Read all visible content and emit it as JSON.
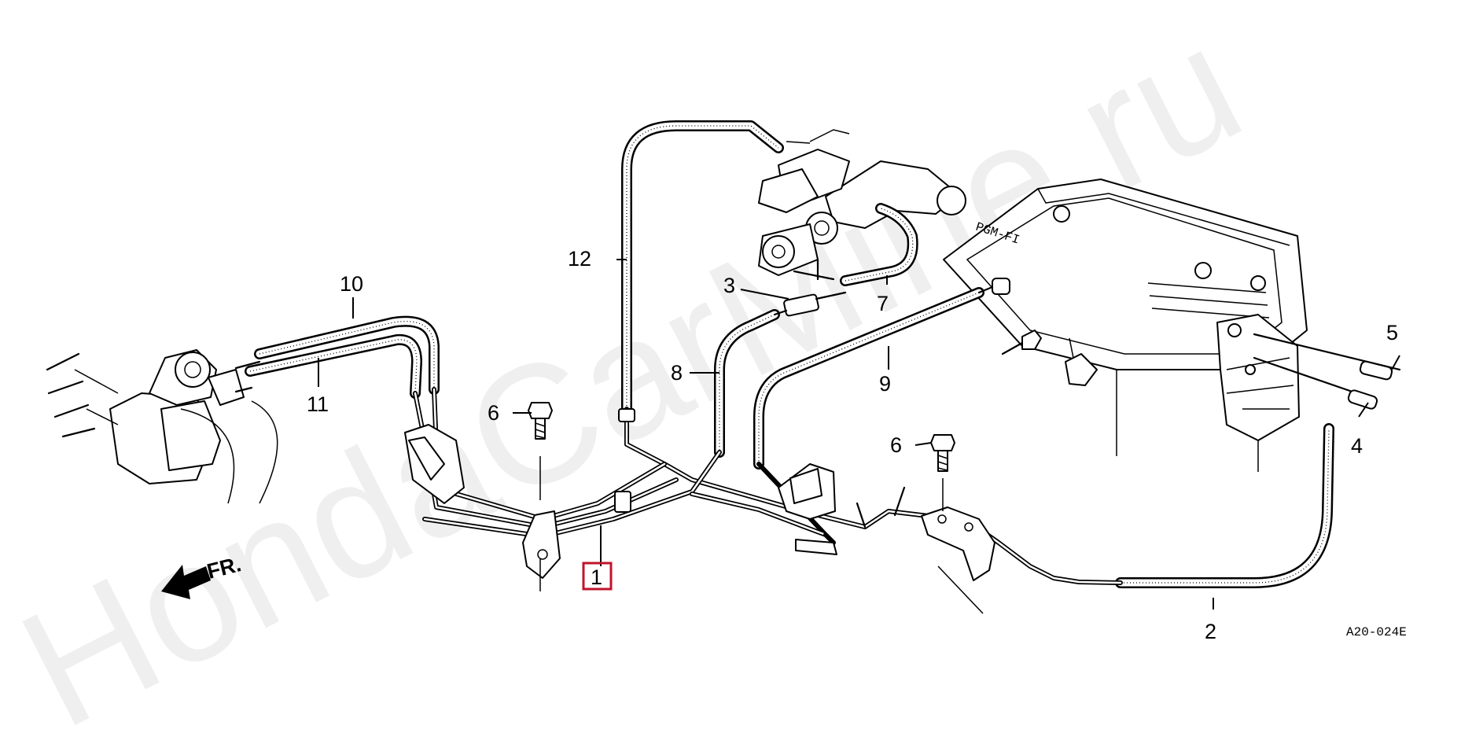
{
  "watermark": "HondaCarMine.ru",
  "direction_label": "FR.",
  "diagram_code": "A20-024E",
  "cover_lettering": "PGM-FI",
  "highlight_color": "#c0142c",
  "callouts": {
    "p1": "1",
    "p2": "2",
    "p3": "3",
    "p4": "4",
    "p5": "5",
    "p6a": "6",
    "p6b": "6",
    "p7": "7",
    "p8": "8",
    "p9": "9",
    "p10": "10",
    "p11": "11",
    "p12": "12"
  }
}
